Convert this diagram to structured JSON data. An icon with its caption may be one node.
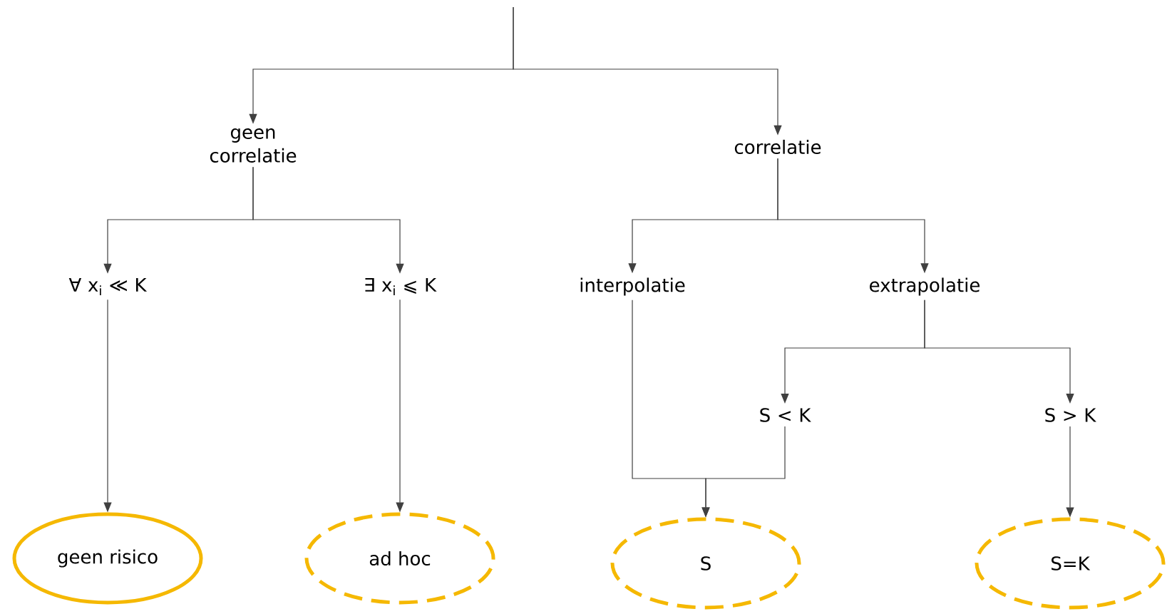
{
  "diagram": {
    "nodes": [
      {
        "text": [
          "geen correlatie"
        ]
      },
      {
        "text": [
          "correlatie"
        ]
      },
      {
        "text": [
          "∀ x$_{i}$ ≪ K"
        ]
      },
      {
        "text": [
          "∃ x$_{i}$ ⩽ K"
        ]
      },
      {
        "text": [
          "interpolatie"
        ]
      },
      {
        "text": [
          "extrapolatie"
        ]
      },
      {
        "text": [
          "S < K"
        ]
      },
      {
        "text": [
          "S > K"
        ]
      },
      {
        "text": [
          "geen risico"
        ]
      },
      {
        "text": [
          "ad hoc"
        ]
      },
      {
        "text": [
          "S"
        ]
      },
      {
        "text": [
          "S=K"
        ]
      }
    ],
    "edges": [
      {
        "from": null,
        "to": 0,
        "arrow": "to"
      },
      {
        "from": null,
        "to": 1,
        "arrow": "to"
      },
      {
        "from": 0,
        "to": 2,
        "arrow": "to"
      },
      {
        "from": 0,
        "to": 3,
        "arrow": "to"
      },
      {
        "from": 1,
        "to": 4,
        "arrow": "to"
      },
      {
        "from": 1,
        "to": 5,
        "arrow": "to"
      },
      {
        "from": 2,
        "to": 8,
        "arrow": "to"
      },
      {
        "from": 3,
        "to": 9,
        "arrow": "to"
      },
      {
        "from": 4,
        "to": 10,
        "arrow": "to"
      },
      {
        "from": 5,
        "to": 6,
        "arrow": "to"
      },
      {
        "from": 5,
        "to": 7,
        "arrow": "to"
      },
      {
        "from": 6,
        "to": 10,
        "arrow": "to"
      },
      {
        "from": 7,
        "to": 11,
        "arrow": "to"
      }
    ]
  }
}
